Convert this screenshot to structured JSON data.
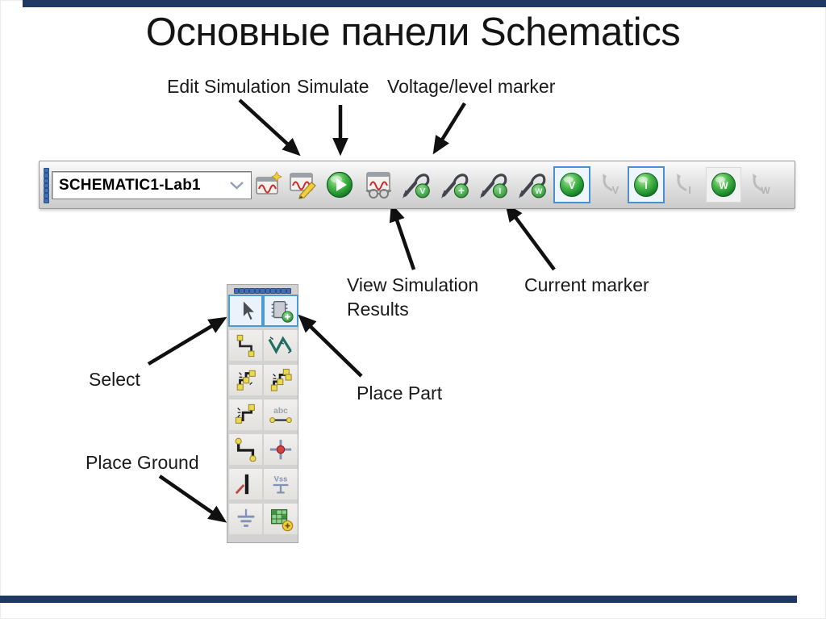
{
  "slide": {
    "title": "Основные панели Schematics"
  },
  "callouts": {
    "edit_simulation": "Edit Simulation",
    "simulate": "Simulate",
    "voltage_marker": "Voltage/level marker",
    "view_results_line1": "View Simulation",
    "view_results_line2": "Results",
    "current_marker": "Current marker",
    "select": "Select",
    "place_part": "Place Part",
    "place_ground": "Place Ground"
  },
  "main_toolbar": {
    "schematic_selector_value": "SCHEMATIC1-Lab1",
    "buttons": [
      "new-simulation-profile",
      "edit-simulation-profile",
      "run-pspice",
      "view-simulation-results",
      "voltage-level-marker",
      "voltage-differential-marker",
      "current-marker",
      "power-marker",
      "enable-voltage-display",
      "voltage-display-off",
      "enable-current-display",
      "current-display-off",
      "enable-power-display",
      "power-display-off"
    ],
    "marker_letters": {
      "voltage": "V",
      "differential": "+",
      "current": "I",
      "power": "W"
    },
    "toggle_letters": {
      "voltage": "V",
      "current": "I",
      "power": "W"
    },
    "disabled_letters": {
      "voltage": "V",
      "current": "I",
      "power": "W"
    }
  },
  "tool_palette": {
    "buttons": [
      "select-tool",
      "place-part",
      "place-wire",
      "place-netgroup",
      "auto-wire-two-points",
      "auto-wire-multi-points",
      "auto-wire-to-bus",
      "place-net-alias",
      "place-bus",
      "place-junction",
      "place-bus-entry",
      "place-power",
      "place-ground",
      "place-hierarchical-block"
    ],
    "net_alias_label": "abc",
    "power_label": "Vss"
  },
  "colors": {
    "accent_bar": "#1f3864",
    "selection_blue": "#4a9bd4",
    "sphere_green": "#2f9e3f",
    "sine_red": "#cc2a2a",
    "handle_blue": "#3f6fb5",
    "connector_yellow": "#e9d94f"
  }
}
